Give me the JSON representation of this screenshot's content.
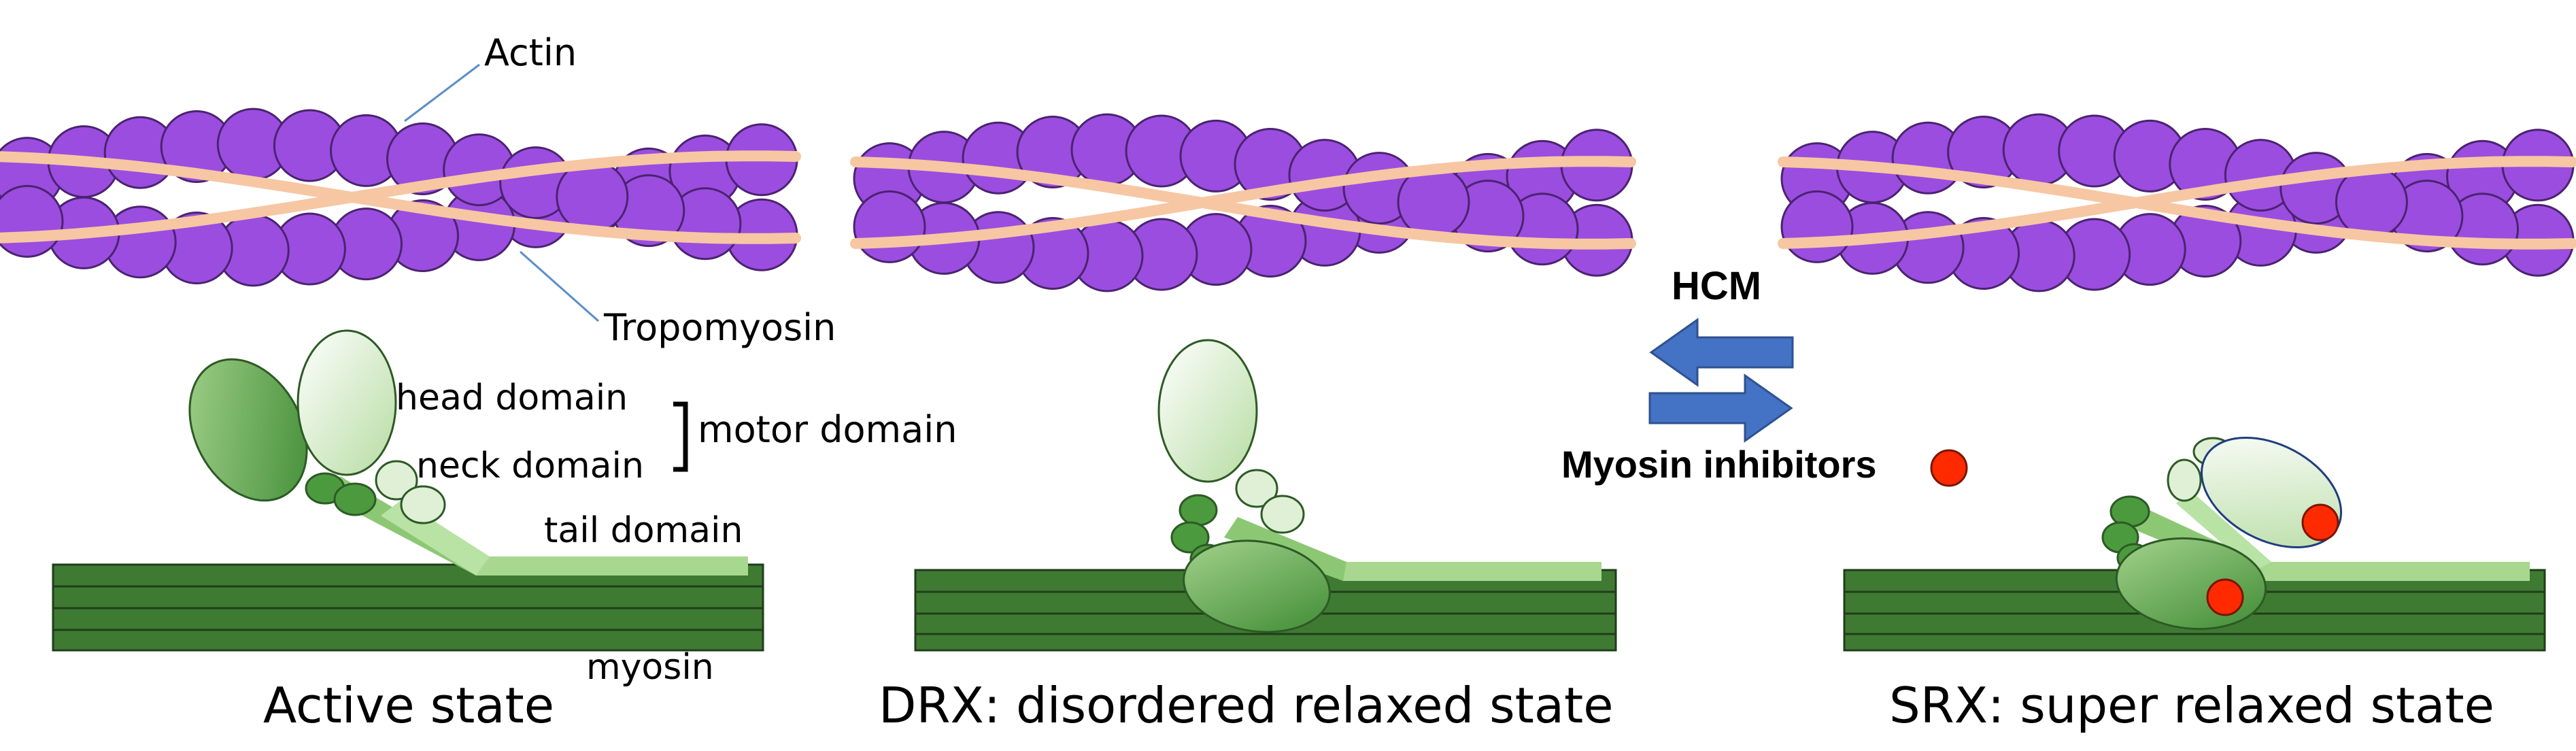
{
  "labels": {
    "actin": "Actin",
    "tropomyosin": "Tropomyosin",
    "head_domain": "head domain",
    "neck_domain": "neck domain",
    "motor_domain": "motor domain",
    "tail_domain": "tail domain",
    "myosin": "myosin"
  },
  "panels": [
    {
      "title": "Active state"
    },
    {
      "title": "DRX: disordered relaxed state"
    },
    {
      "title": "SRX: super relaxed state"
    }
  ],
  "arrows": {
    "top_label": "HCM",
    "bottom_label": "Myosin inhibitors"
  },
  "colors": {
    "actin_bead": "#9b4de0",
    "actin_outline": "#4b2370",
    "tropomyosin": "#f7c6a3",
    "thick_filament": "#3f7a32",
    "myosin_light": "#dff0d4",
    "myosin_dark": "#4c9a3e",
    "arrow": "#4472c4",
    "inhibitor": "#ff2a00"
  }
}
